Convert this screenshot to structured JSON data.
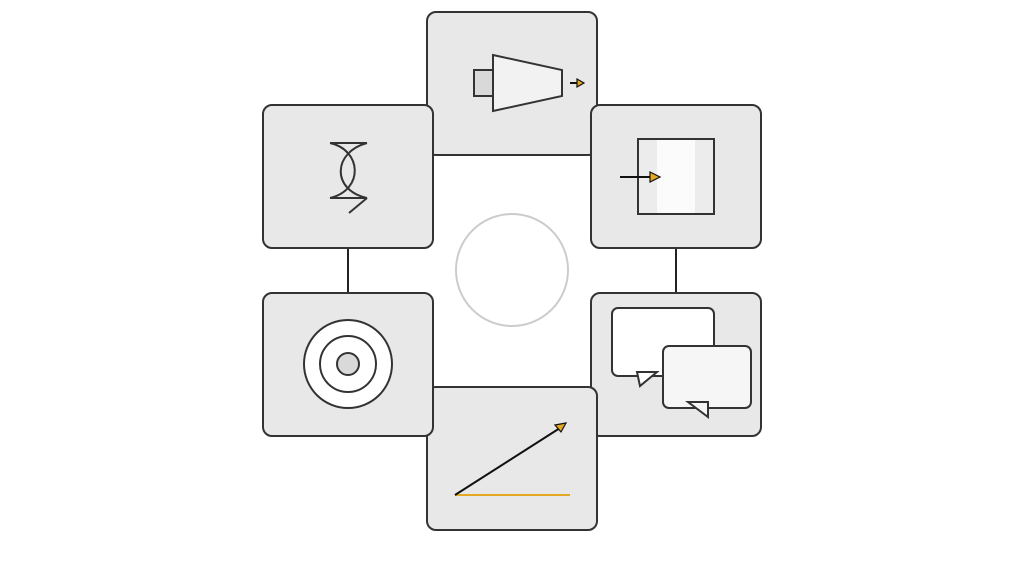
{
  "diagram": {
    "center": {
      "label": ""
    },
    "nodes": [
      {
        "id": "projector",
        "icon": "projector-icon"
      },
      {
        "id": "entry",
        "icon": "door-entry-arrow-icon"
      },
      {
        "id": "conversation",
        "icon": "speech-bubbles-icon"
      },
      {
        "id": "growth",
        "icon": "trend-arrow-icon"
      },
      {
        "id": "target",
        "icon": "target-icon"
      },
      {
        "id": "dna",
        "icon": "dna-helix-icon"
      }
    ],
    "colors": {
      "tile_fill": "#e8e8e8",
      "stroke": "#333333",
      "accent": "#e5a823",
      "light_fill": "#f4f4f4",
      "center_ring": "#cccccc"
    }
  }
}
